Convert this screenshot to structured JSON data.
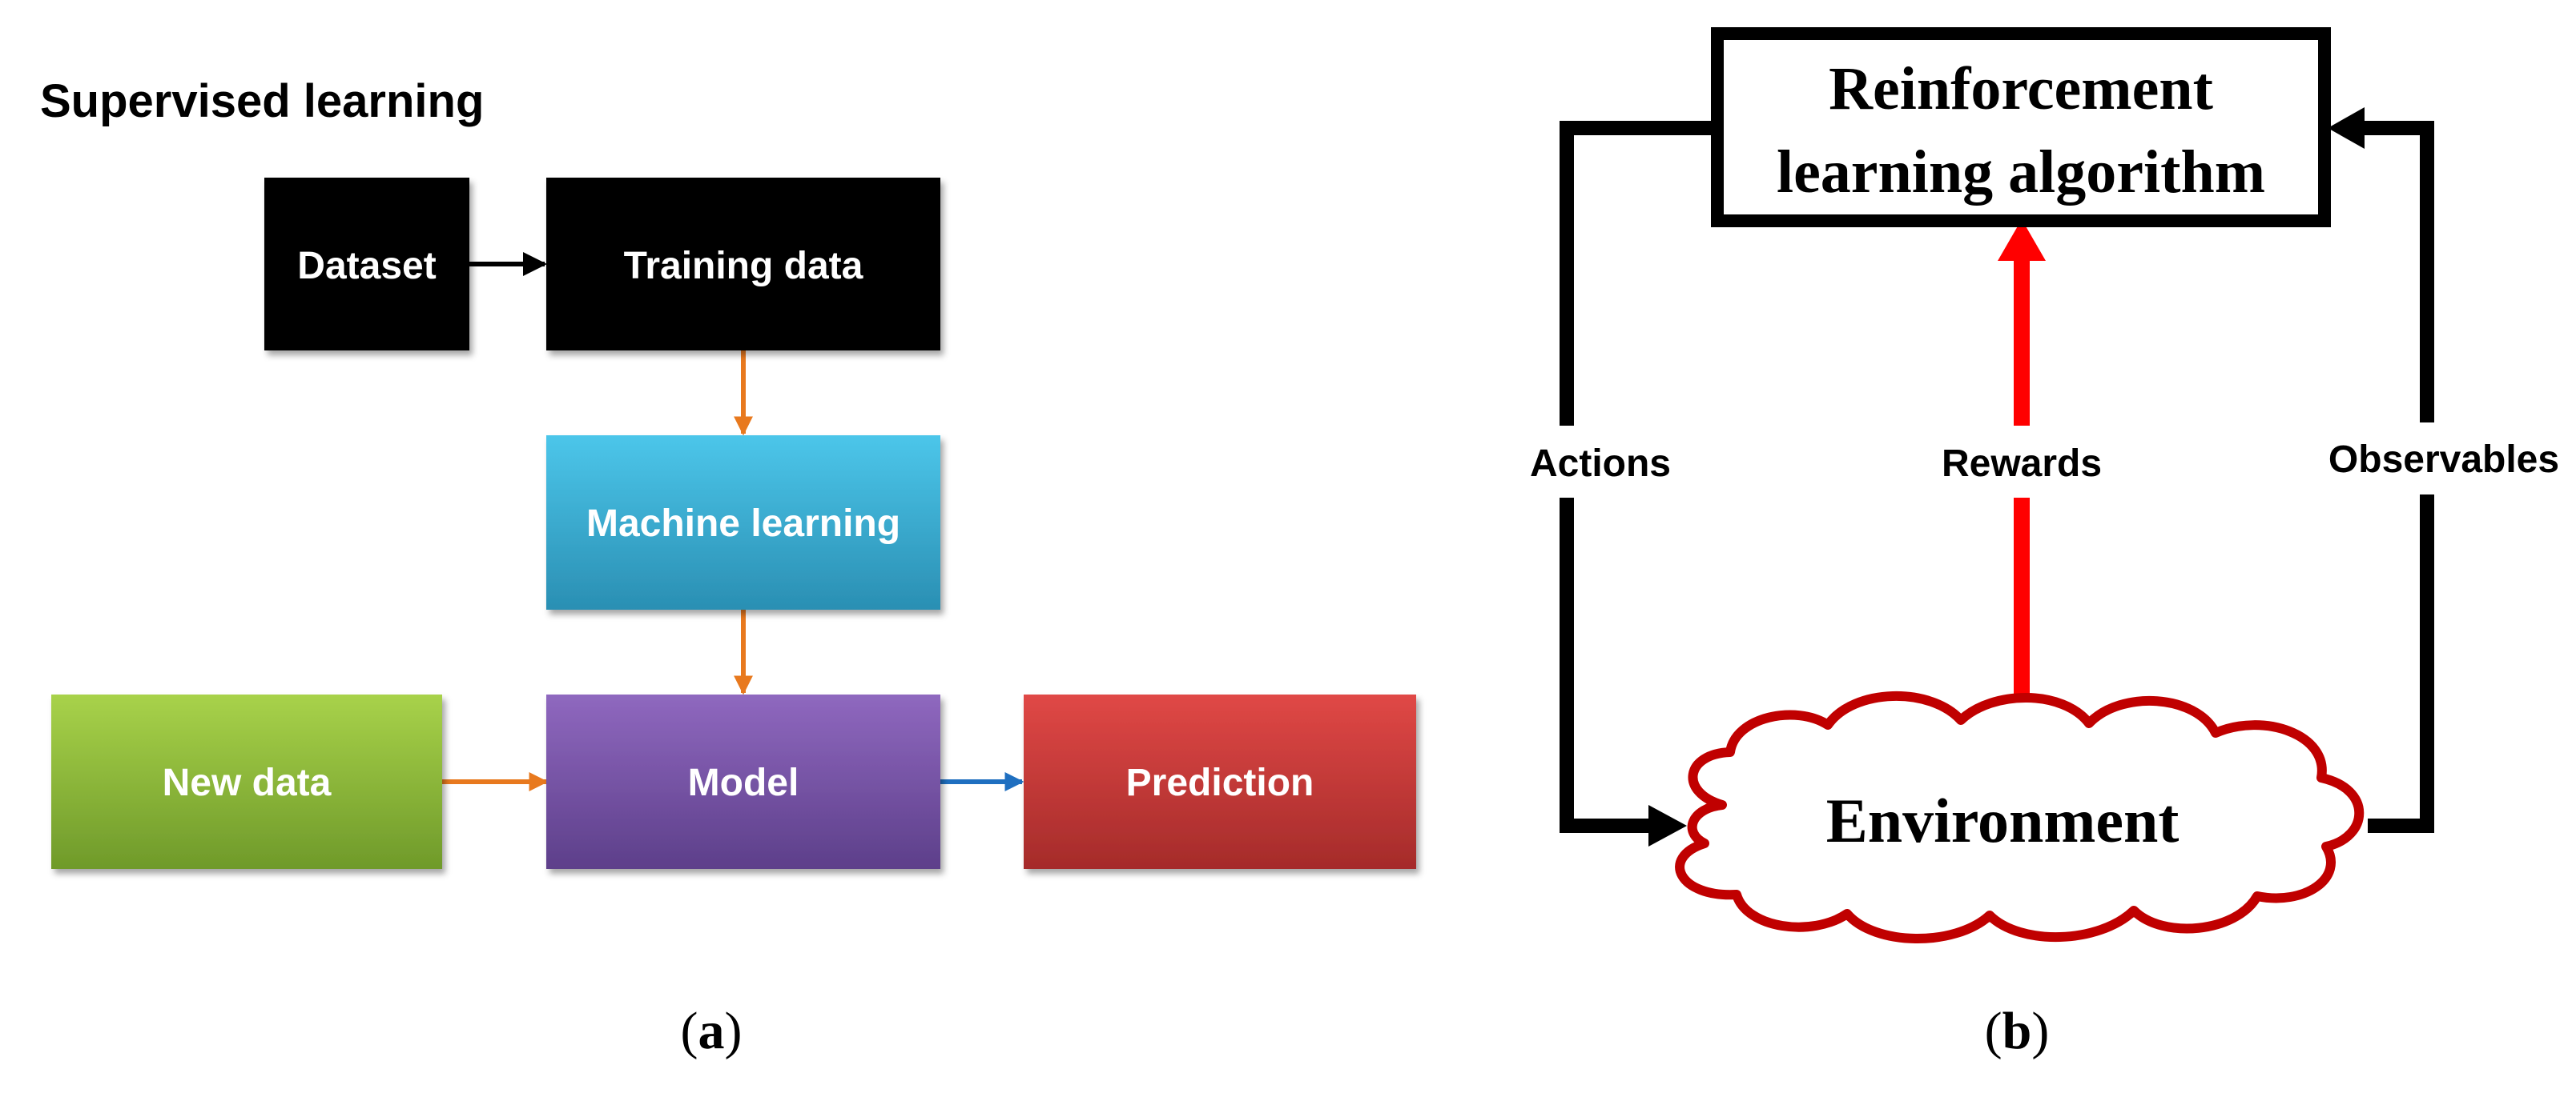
{
  "panel_a": {
    "title": "Supervised learning",
    "nodes": {
      "dataset": "Dataset",
      "training_data": "Training data",
      "machine_learning": "Machine learning",
      "new_data": "New data",
      "model": "Model",
      "prediction": "Prediction"
    },
    "colors": {
      "black_box": "#000000",
      "machine_learning": "#35b2d6",
      "new_data": "#8fc13a",
      "model": "#7a55a8",
      "prediction": "#c83a38",
      "orange_arrow": "#e8791e",
      "blue_arrow": "#1f6fc0"
    },
    "caption": {
      "open": "(",
      "letter": "a",
      "close": ")"
    }
  },
  "panel_b": {
    "algorithm_line1": "Reinforcement",
    "algorithm_line2": "learning algorithm",
    "environment": "Environment",
    "actions": "Actions",
    "rewards": "Rewards",
    "observables": "Observables",
    "colors": {
      "loop": "#000000",
      "reward_arrow": "#ff0000",
      "cloud_outline": "#c00000"
    },
    "caption": {
      "open": "(",
      "letter": "b",
      "close": ")"
    }
  }
}
